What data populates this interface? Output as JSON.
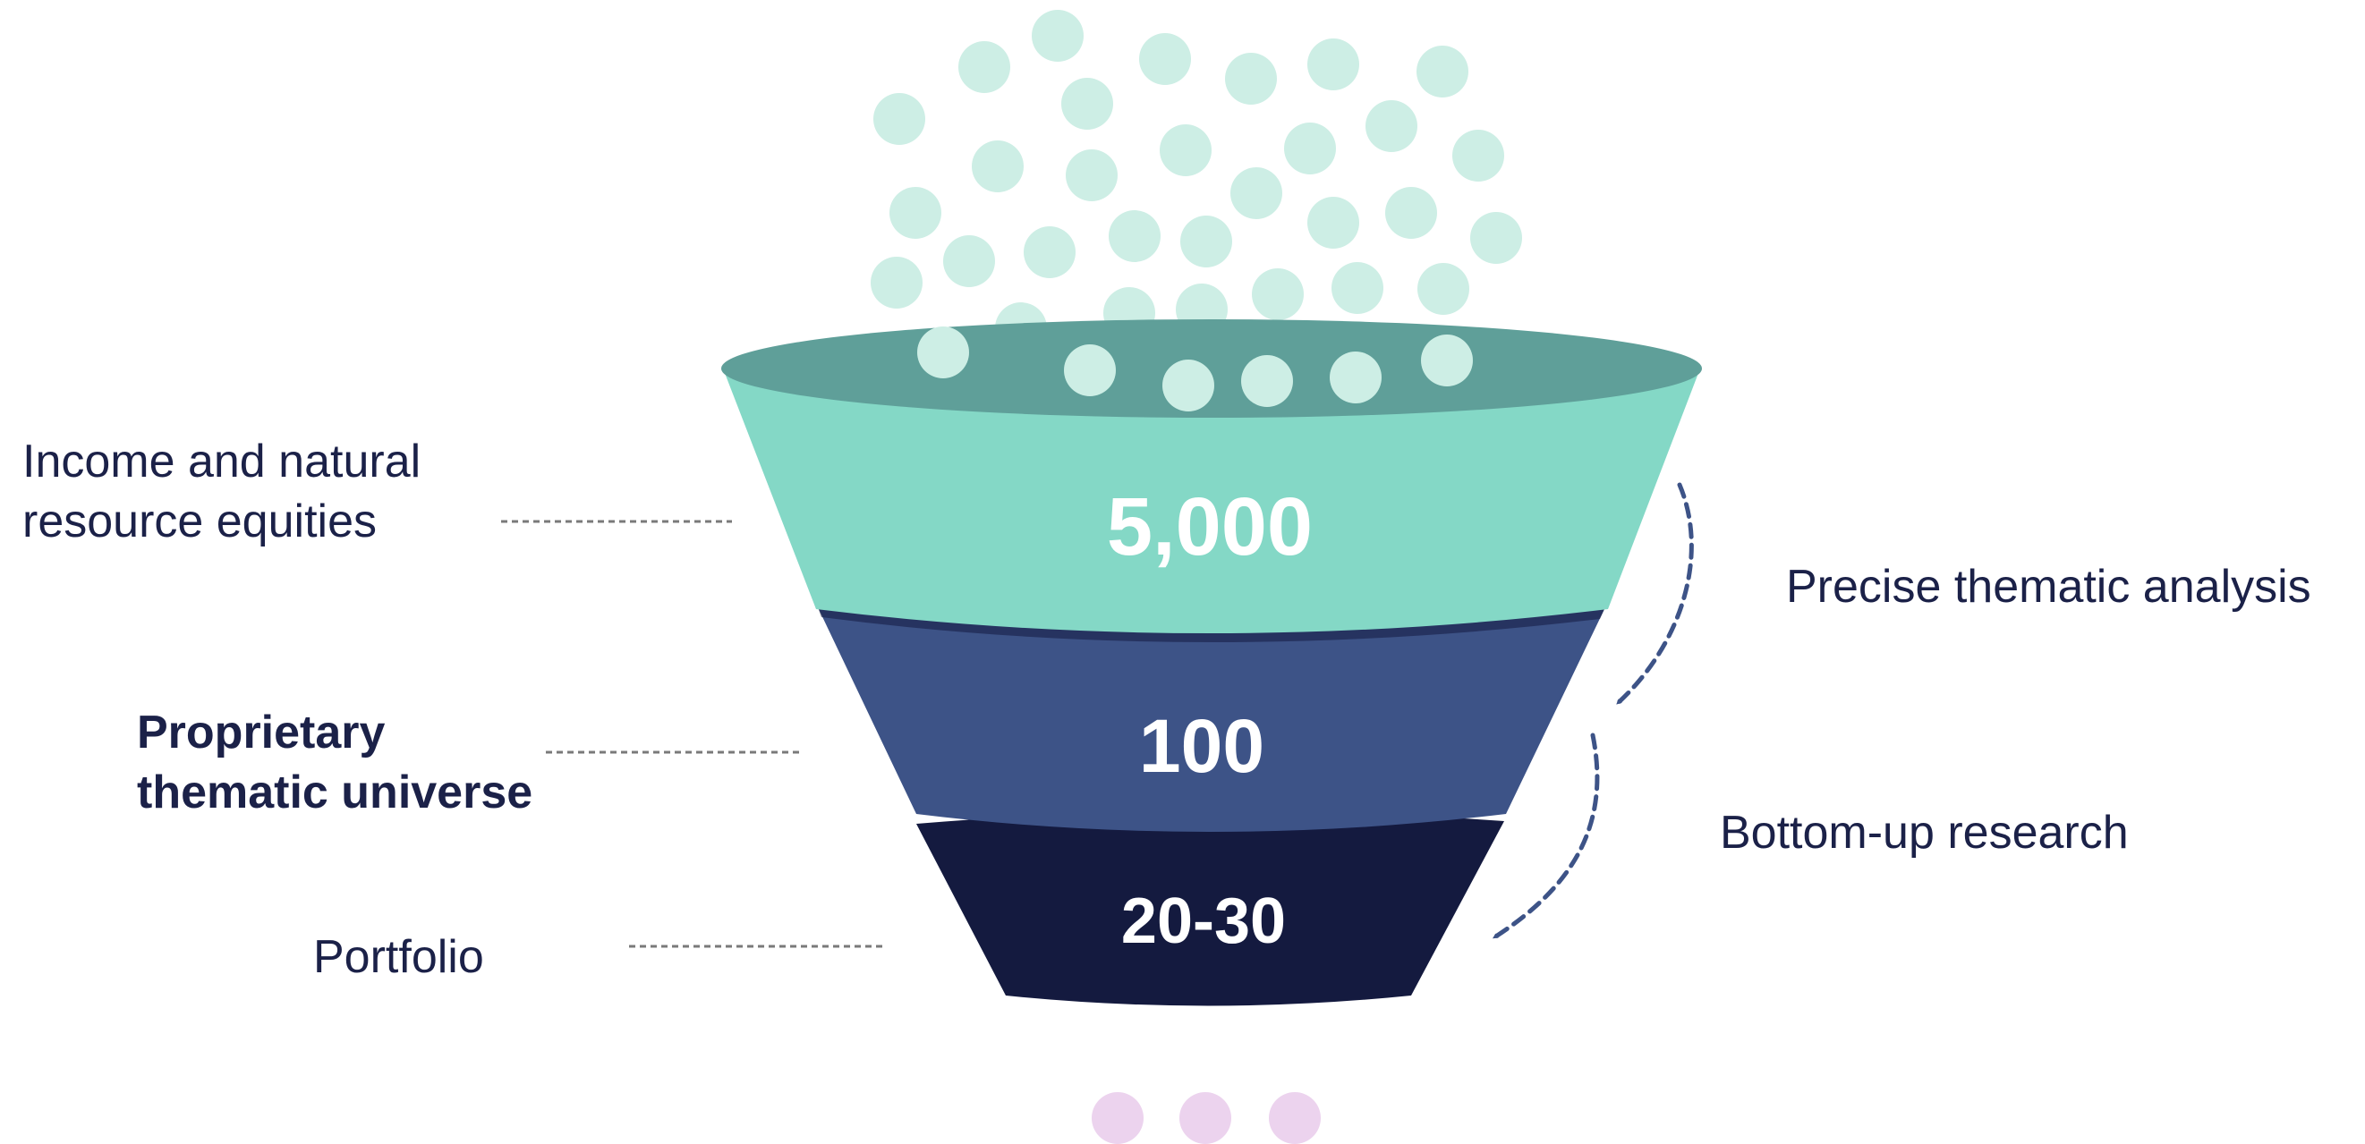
{
  "funnel": {
    "colors": {
      "top_stage": "#84d8c6",
      "top_rim": "#5f9f99",
      "middle_stage": "#3d5387",
      "bottom_stage": "#141a3f",
      "falling_dots": "#cdeee5",
      "output_dots": "#ecd3ee",
      "arrows": "#3d5387",
      "leader_lines": "#7a7a7a",
      "text": "#1b2148"
    },
    "stages": [
      {
        "value": "5,000",
        "left_label": [
          "Income and natural",
          "resource equities"
        ],
        "left_label_bold": false
      },
      {
        "value": "100",
        "left_label": [
          "Proprietary",
          "thematic universe"
        ],
        "left_label_bold": true
      },
      {
        "value": "20-30",
        "left_label": [
          "Portfolio"
        ],
        "left_label_bold": false
      }
    ],
    "steps": [
      {
        "label": "Precise thematic analysis"
      },
      {
        "label": "Bottom-up research"
      }
    ]
  }
}
